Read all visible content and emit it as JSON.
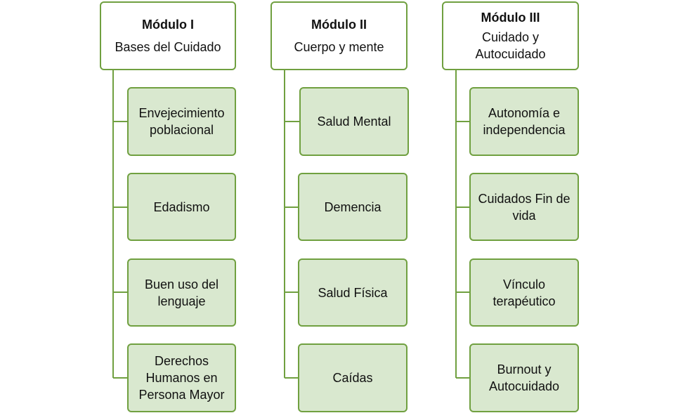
{
  "modules": [
    {
      "title": "Módulo I",
      "subtitle": "Bases del Cuidado",
      "items": [
        "Envejecimiento\npoblacional",
        "Edadismo",
        "Buen uso del\nlenguaje",
        "Derechos\nHumanos en\nPersona Mayor"
      ]
    },
    {
      "title": "Módulo II",
      "subtitle": "Cuerpo y mente",
      "items": [
        "Salud Mental",
        "Demencia",
        "Salud Física",
        "Caídas"
      ]
    },
    {
      "title": "Módulo III",
      "subtitle": "Cuidado y\nAutocuidado",
      "items": [
        "Autonomía e\nindependencia",
        "Cuidados Fin de\nvida",
        "Vínculo\nterapéutico",
        "Burnout y\nAutocuidado"
      ]
    }
  ],
  "colors": {
    "border": "#70a040",
    "item_fill": "#d9e8cf",
    "header_fill": "#ffffff"
  }
}
